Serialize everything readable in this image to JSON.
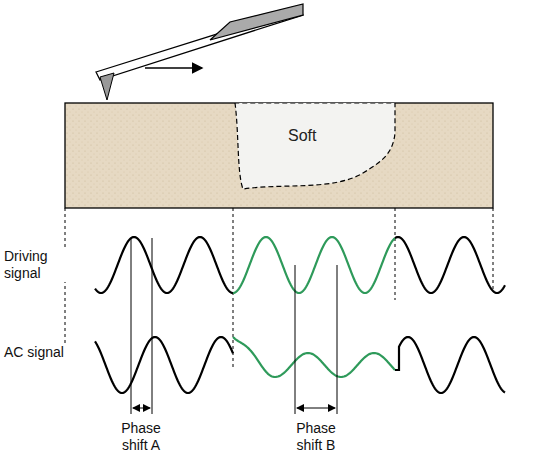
{
  "diagram": {
    "nodes": [
      {
        "text": [
          "Soft"
        ]
      }
    ],
    "labels": [
      "Driving signal",
      "AC signal",
      "Phase shift A",
      "Phase shift B"
    ]
  }
}
